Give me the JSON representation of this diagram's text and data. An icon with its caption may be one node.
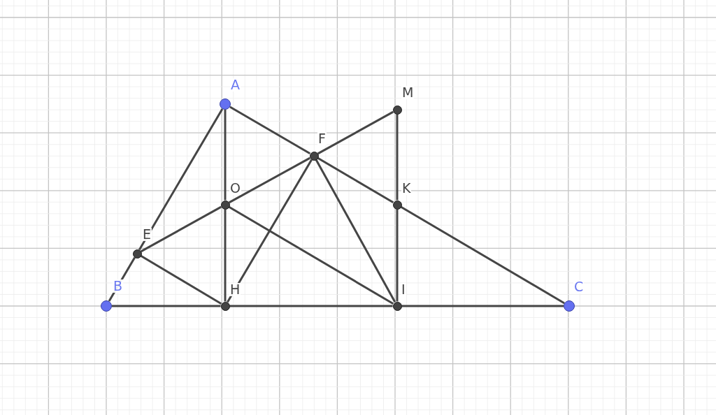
{
  "diagram": {
    "nodes": [
      {
        "text": [
          "A"
        ]
      },
      {
        "text": [
          "B"
        ]
      },
      {
        "text": [
          "C"
        ]
      },
      {
        "text": [
          "M"
        ]
      },
      {
        "text": [
          "F"
        ]
      },
      {
        "text": [
          "O"
        ]
      },
      {
        "text": [
          "K"
        ]
      },
      {
        "text": [
          "E"
        ]
      },
      {
        "text": [
          "H"
        ]
      },
      {
        "text": [
          "I"
        ]
      }
    ],
    "edges": [
      {
        "from": 0,
        "to": 7,
        "arrow": "none"
      },
      {
        "from": 7,
        "to": 1,
        "arrow": "none"
      },
      {
        "from": 0,
        "to": 5,
        "arrow": "none"
      },
      {
        "from": 5,
        "to": 8,
        "arrow": "none"
      },
      {
        "from": 0,
        "to": 4,
        "arrow": "none"
      },
      {
        "from": 4,
        "to": 6,
        "arrow": "none"
      },
      {
        "from": 6,
        "to": 2,
        "arrow": "none"
      },
      {
        "from": 1,
        "to": 8,
        "arrow": "none"
      },
      {
        "from": 8,
        "to": 9,
        "arrow": "none"
      },
      {
        "from": 9,
        "to": 2,
        "arrow": "none"
      },
      {
        "from": 3,
        "to": 6,
        "arrow": "none"
      },
      {
        "from": 6,
        "to": 9,
        "arrow": "none"
      },
      {
        "from": 3,
        "to": 4,
        "arrow": "none"
      },
      {
        "from": 4,
        "to": 5,
        "arrow": "none"
      },
      {
        "from": 5,
        "to": 7,
        "arrow": "none"
      },
      {
        "from": 7,
        "to": 8,
        "arrow": "none"
      },
      {
        "from": 5,
        "to": 9,
        "arrow": "none"
      },
      {
        "from": 4,
        "to": 8,
        "arrow": "none"
      },
      {
        "from": 4,
        "to": 9,
        "arrow": "none"
      }
    ]
  }
}
